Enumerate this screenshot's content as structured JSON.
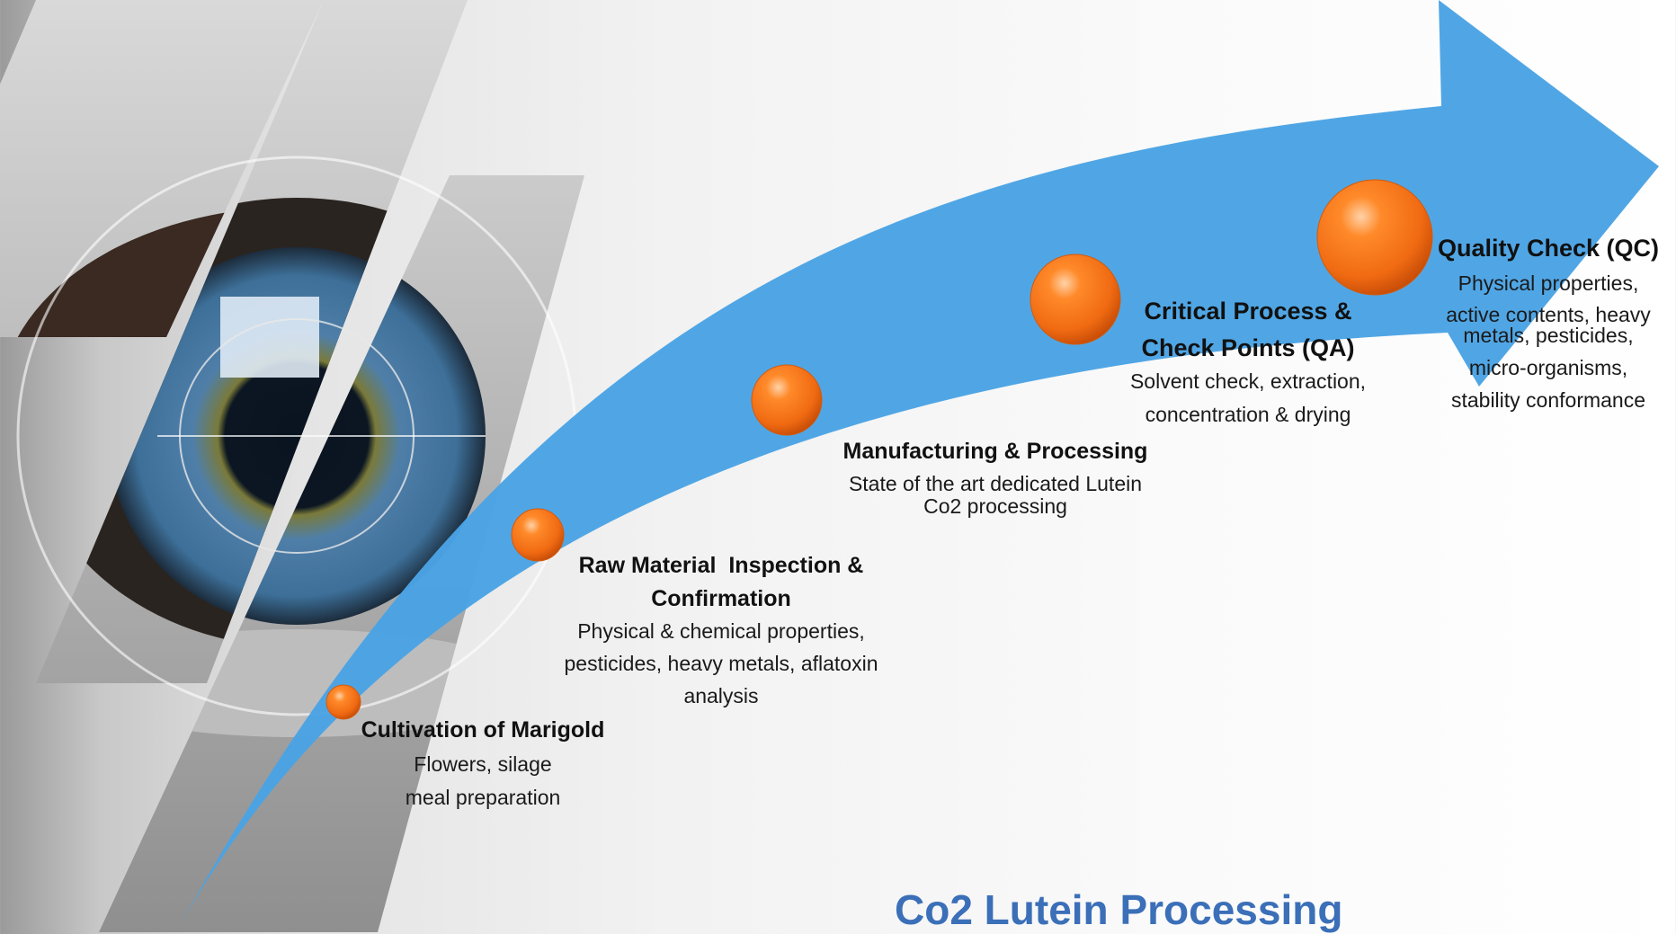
{
  "diagram": {
    "title": "Co2 Lutein Processing",
    "colors": {
      "arrow": "#4aa3e4",
      "node": "#f47a1f",
      "title": "#3b6fb8"
    },
    "steps": [
      {
        "title": "Cultivation of Marigold",
        "desc": [
          "Flowers, silage",
          "meal preparation"
        ]
      },
      {
        "title": [
          "Raw Material  Inspection &",
          "Confirmation"
        ],
        "desc": [
          "Physical & chemical properties,",
          "pesticides, heavy metals, aflatoxin",
          "analysis"
        ]
      },
      {
        "title": "Manufacturing & Processing",
        "desc": [
          "State of the art dedicated Lutein",
          "Co2 processing"
        ]
      },
      {
        "title": [
          "Critical Process &",
          "Check Points (QA)"
        ],
        "desc": [
          "Solvent check, extraction,",
          "concentration & drying"
        ]
      },
      {
        "title": "Quality Check (QC)",
        "desc": [
          "Physical properties,",
          "active contents, heavy",
          "metals, pesticides,",
          "micro-organisms,",
          "stability conformance"
        ]
      }
    ]
  }
}
